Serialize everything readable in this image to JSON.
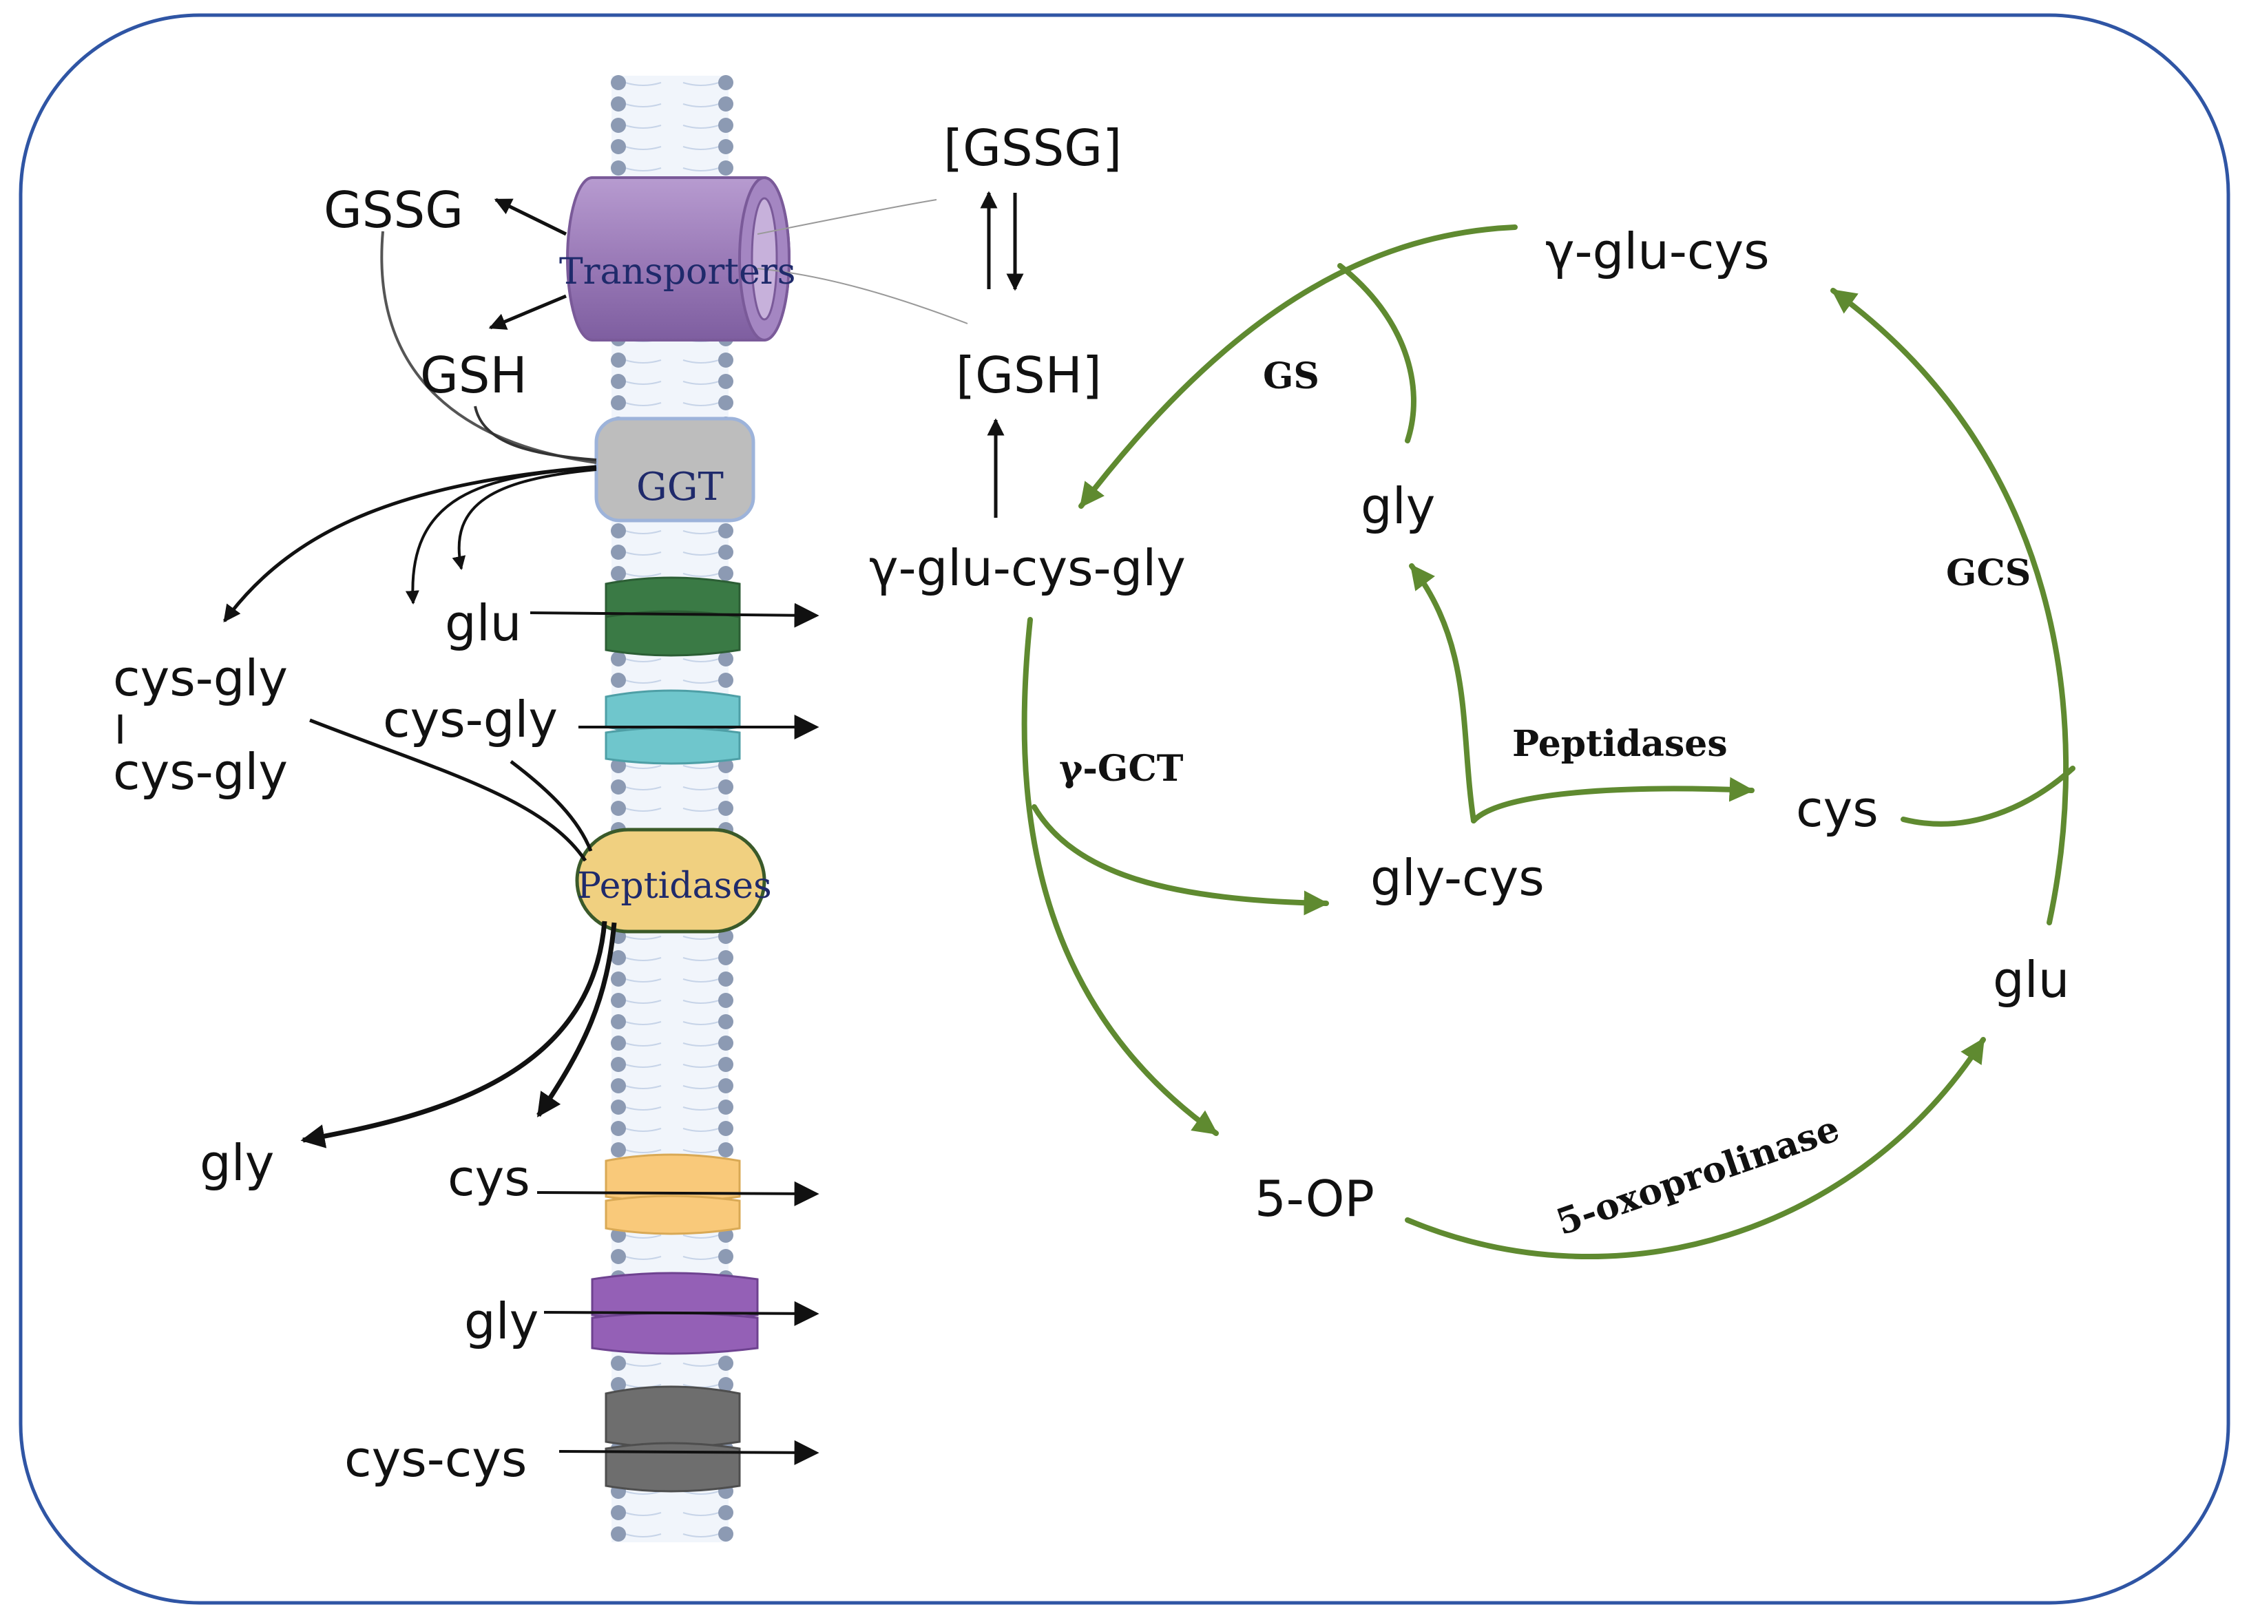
{
  "colors": {
    "frame": "#2F55A4",
    "cycle": "#5F8A30",
    "membrane_dot": "#8C9AB3",
    "transporter": "#9B7BB8",
    "ggt": "#BDBDBD",
    "peptidase": "#F0D080",
    "label_navy": "#1F2A6B",
    "channel_green": "#3A7A45",
    "channel_teal": "#6FC6CC",
    "channel_orange": "#F9C97A",
    "channel_purple": "#9460B6",
    "channel_gray": "#6E6E6E"
  },
  "membrane": {
    "transporter_label": "Transporters",
    "ggt_label": "GGT",
    "peptidase_label": "Peptidases"
  },
  "extracellular": {
    "gssg": "GSSG",
    "gsh": "GSH",
    "glu": "glu",
    "cys_gly_a": "cys-gly",
    "bond": "I",
    "cys_gly_b": "cys-gly",
    "cys_gly_c": "cys-gly",
    "gly": "gly",
    "cys": "cys",
    "gly_2": "gly",
    "cys_cys": "cys-cys"
  },
  "intracellular": {
    "gssg_conc": "[GSSG]",
    "gsh_conc": "[GSH]",
    "gamma_glu_cys_gly": "γ-glu-cys-gly",
    "gamma_glu_cys": "γ-glu-cys",
    "gly": "gly",
    "gly_cys": "gly-cys",
    "cys": "cys",
    "glu": "glu",
    "five_op": "5-OP"
  },
  "enzymes": {
    "gs": "GS",
    "gcs": "GCS",
    "gamma_gct": "γ-GCT",
    "peptidases": "Peptidases",
    "oxoprolinase": "5-oxoprolinase"
  },
  "icons": [
    "membrane-bilayer",
    "transporter-channel",
    "ggt-enzyme",
    "peptidase-enzyme",
    "arrow"
  ]
}
